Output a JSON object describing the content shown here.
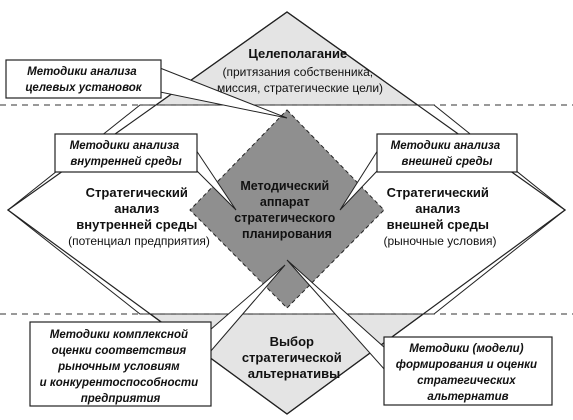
{
  "zones": {
    "top": {
      "lines": [
        "Целеполагание",
        "(притязания собственника,",
        "миссия, стратегические цели)"
      ]
    },
    "left": {
      "lines": [
        "Стратегический",
        "анализ",
        "внутренней среды",
        "(потенциал предприятия)"
      ]
    },
    "right": {
      "lines": [
        "Стратегический",
        "анализ",
        "внешней среды",
        "(рыночные условия)"
      ]
    },
    "bottom": {
      "lines": [
        "Выбор",
        "стратегической",
        "альтернативы"
      ]
    },
    "center": {
      "lines": [
        "Методический",
        "аппарат",
        "стратегического",
        "планирования"
      ]
    }
  },
  "methods": {
    "top_left": {
      "lines": [
        "Методики анализа",
        "целевых установок"
      ]
    },
    "mid_left": {
      "lines": [
        "Методики анализа",
        "внутренней среды"
      ]
    },
    "mid_right": {
      "lines": [
        "Методики анализа",
        "внешней среды"
      ]
    },
    "bottom_left": {
      "lines": [
        "Методики комплексной",
        "оценки соответствия",
        "рыночным условиям",
        "и конкурентоспособности",
        "предприятия"
      ]
    },
    "bottom_right": {
      "lines": [
        "Методики (модели)",
        "формирования и оценки",
        "стратегических",
        "альтернатив"
      ]
    }
  },
  "colors": {
    "light_fill": "#e4e4e4",
    "center_fill": "#8f8f8f",
    "stroke": "#222222",
    "box_fill": "#ffffff"
  }
}
